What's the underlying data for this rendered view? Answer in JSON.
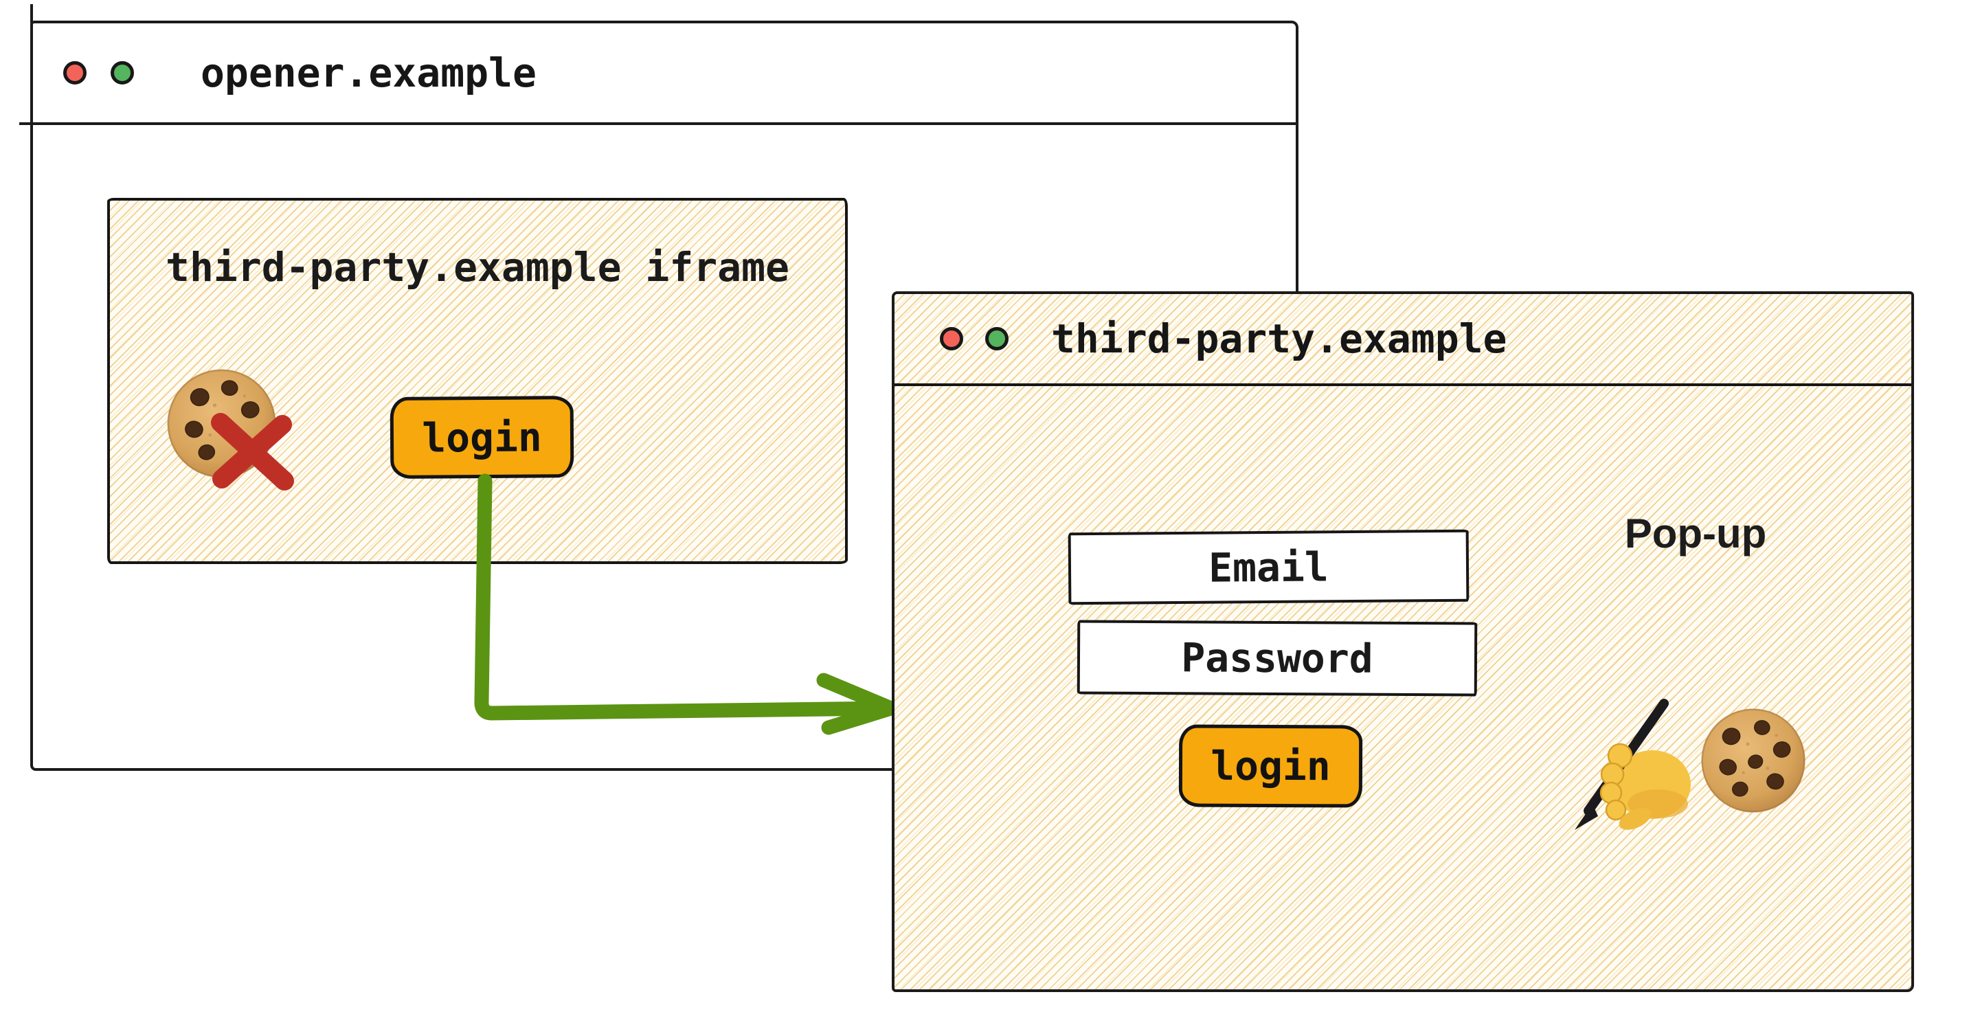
{
  "colors": {
    "button_orange": "#F7A80D",
    "arrow_green": "#5B9413",
    "blocked_x_red": "#BE3026",
    "traffic_red": "#F4635A",
    "traffic_green": "#55B45E",
    "ink": "#1B1B1B",
    "hatch_line": "#EBC170"
  },
  "opener_window": {
    "title": "opener.example",
    "iframe": {
      "label": "third-party.example iframe",
      "login_button": "login",
      "icons": [
        "cookie-icon",
        "blocked-x-icon"
      ]
    }
  },
  "popup_window": {
    "title": "third-party.example",
    "annotation": "Pop-up",
    "fields": [
      {
        "label": "Email"
      },
      {
        "label": "Password"
      }
    ],
    "login_button": "login",
    "icons": [
      "writing-hand-icon",
      "cookie-icon"
    ]
  }
}
